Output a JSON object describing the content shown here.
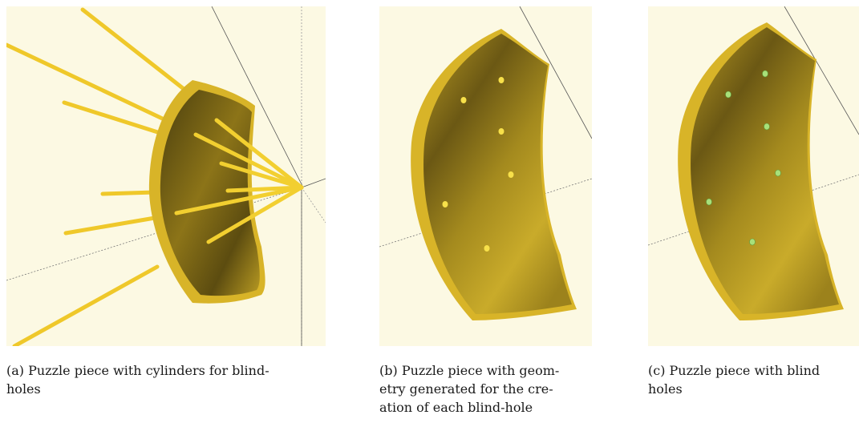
{
  "figure": {
    "panels": [
      {
        "id": "a",
        "caption_lines": [
          "(a) Puzzle piece with cylinders for blind-",
          "holes"
        ],
        "view": "puzzle piece with protruding cylinders converging to a point"
      },
      {
        "id": "b",
        "caption_lines": [
          "(b) Puzzle piece with geom-",
          "etry generated for the cre-",
          "ation of each blind-hole"
        ],
        "view": "puzzle piece with small yellow hole geometry"
      },
      {
        "id": "c",
        "caption_lines": [
          "(c) Puzzle piece with blind",
          "holes"
        ],
        "view": "puzzle piece with green blind holes"
      }
    ],
    "colors": {
      "background": "#fcf9e3",
      "piece": "#d8b428",
      "piece_dark": "#6b5814",
      "cylinder": "#f2cf30",
      "hole_yellow": "#f7e04a",
      "hole_green": "#a8e07a"
    }
  }
}
